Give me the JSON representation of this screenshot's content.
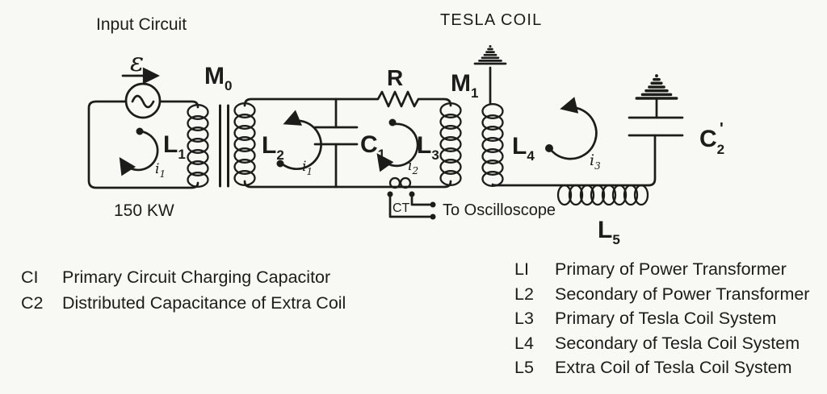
{
  "titles": {
    "input_circuit": "Input Circuit",
    "tesla_coil": "TESLA COIL"
  },
  "schematic": {
    "emf_symbol": "ε",
    "power_rating": "150 KW",
    "components": {
      "M0": {
        "main": "M",
        "sub": "0"
      },
      "L1": {
        "main": "L",
        "sub": "1"
      },
      "L2": {
        "main": "L",
        "sub": "2"
      },
      "C1": {
        "main": "C",
        "sub": "1"
      },
      "R": {
        "main": "R"
      },
      "L3": {
        "main": "L",
        "sub": "3"
      },
      "M1": {
        "main": "M",
        "sub": "1"
      },
      "L4": {
        "main": "L",
        "sub": "4"
      },
      "L5": {
        "main": "L",
        "sub": "5"
      },
      "C2_prime": {
        "main": "C",
        "sub": "2",
        "prime": "'"
      }
    },
    "currents": {
      "i1_input": {
        "main": "i",
        "sub": "1"
      },
      "i1_primary": {
        "main": "i",
        "sub": "1"
      },
      "i2": {
        "main": "i",
        "sub": "2"
      },
      "i3": {
        "main": "i",
        "sub": "3"
      }
    },
    "ct_label": "CT",
    "oscilloscope_note": "To Oscilloscope"
  },
  "legend": {
    "left": [
      {
        "key": "CI",
        "desc": "Primary Circuit Charging Capacitor"
      },
      {
        "key": "C2",
        "desc": "Distributed Capacitance of Extra Coil"
      }
    ],
    "right": [
      {
        "key": "LI",
        "desc": "Primary of Power Transformer"
      },
      {
        "key": "L2",
        "desc": "Secondary of Power Transformer"
      },
      {
        "key": "L3",
        "desc": "Primary of Tesla Coil System"
      },
      {
        "key": "L4",
        "desc": "Secondary of Tesla Coil System"
      },
      {
        "key": "L5",
        "desc": "Extra Coil of Tesla Coil System"
      }
    ]
  },
  "colors": {
    "ink": "#1c1c1a",
    "paper": "#f8f8f5"
  }
}
